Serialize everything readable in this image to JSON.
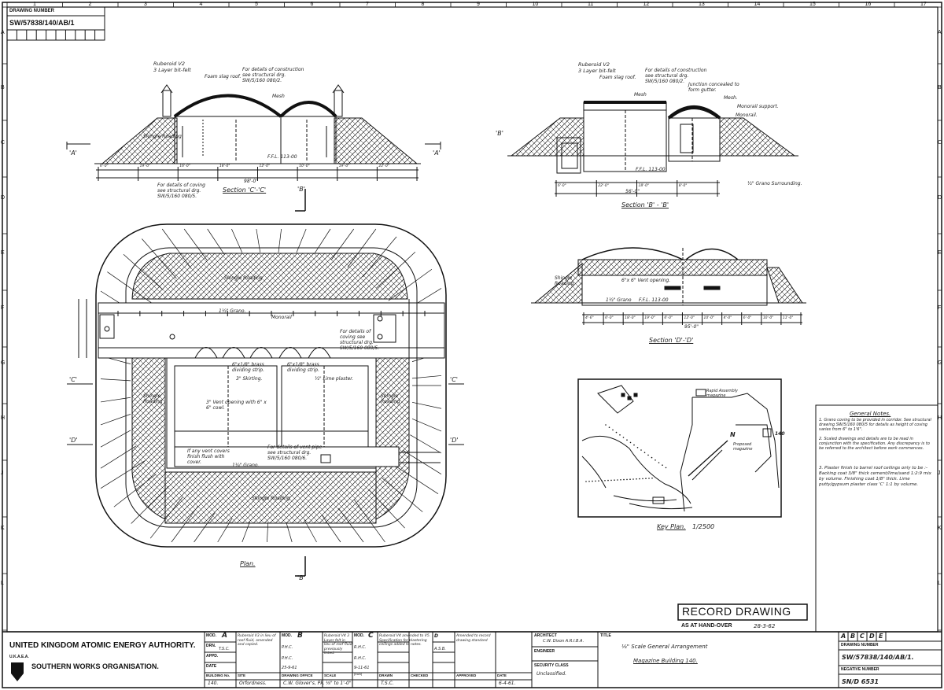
{
  "drawing_number_box": {
    "label": "DRAWING NUMBER",
    "value": "SW/57838/140/AB/1"
  },
  "grid": {
    "columns": [
      "1",
      "2",
      "3",
      "4",
      "5",
      "6",
      "7",
      "8",
      "9",
      "10",
      "11",
      "12",
      "13",
      "14",
      "15",
      "16",
      "17"
    ],
    "rows": [
      "A",
      "B",
      "C",
      "D",
      "E",
      "F",
      "G",
      "H",
      "J",
      "K",
      "L"
    ]
  },
  "views": {
    "section_cc": {
      "title": "Section 'C'-'C'",
      "note_roof": "Ruberoid V2\n3 Layer bit-felt",
      "note_foam": "Foam slag roof.",
      "note_construction": "For details of construction see structural drg. SW/5/160 080/2.",
      "note_mesh": "Mesh",
      "note_coving": "For details of coving see structural drg. SW/5/160 080/5.",
      "fill_label": "Shingle Roading",
      "dims": [
        "6'-0\"",
        "19'-0\"",
        "16'-0\"",
        "18'-0\"",
        "12'-0\"",
        "10'-0\"",
        "19'-0\"",
        "22'-0\""
      ],
      "overall_dim": "98'-0\"",
      "ffl": "F.F.L. 113-00",
      "section_mark_left": "'A'",
      "section_mark_right": "'A'"
    },
    "section_bb": {
      "title": "Section 'B' - 'B'",
      "note_roof": "Ruberoid V2\n3 Layer bit-felt",
      "note_foam": "Foam slag roof.",
      "note_construction": "For details of construction see structural drg. SW/5/160 080/2.",
      "note_junction": "Junction concealed to form gutter.",
      "note_mesh": "Mesh",
      "note_mesh2": "Mesh.",
      "note_monorail_support": "Monorail support.",
      "note_monorail": "Monorail.",
      "ffl": "F.F.L. 113-00",
      "dims": [
        "6'-0\"",
        "22'-0\"",
        "18'-0\"",
        "8'-0\""
      ],
      "overall_dim": "56'-0\"",
      "surround": "½\" Grano Surrounding.",
      "section_mark": "'B'"
    },
    "section_dd": {
      "title": "Section 'D'-'D'",
      "fill_label": "Shingle Roading",
      "grano": "1½\" Grano",
      "ffl": "F.F.L. 113-00",
      "vent": "6\"x 6\" Vent opening.",
      "dims": [
        "4'-6\"",
        "6'-0\"",
        "18'-0\"",
        "19'-0\"",
        "6'-0\"",
        "12'-0\"",
        "10'-0\"",
        "4'-0\"",
        "6'-0\"",
        "10'-0\"",
        "11'-0\""
      ],
      "overall_dim": "95'-0\""
    },
    "plan": {
      "title": "Plan.",
      "fill_top": "Shingle Roading",
      "fill_left": "Shingle Roading",
      "fill_right": "Shingle Roading",
      "fill_bottom": "Shingle Roading",
      "monorail": "Monorail",
      "grano": "1½\" Grano.",
      "brass_strip": "6\"x1/8\" brass dividing strip.",
      "brass_strip2": "6\"x1/8\" brass dividing strip.",
      "skirting": "3\" Skirting.",
      "coving": "1¼\" Grano.",
      "plaster": "½\" Lime plaster.",
      "vent_note": "3\" Vent opening with 6\" x 6\" cowl.",
      "soakaway_note": "If any vent covers finish flush with cover.",
      "detail_note": "For details of coving see structural drg. SW/5/160 080/5.",
      "detail_note2": "For details of vent pipe see structural drg. SW/5/160 080/6.",
      "section_marks": [
        "'C'",
        "'C'",
        "'D'",
        "'D'",
        "'B'",
        "'B'"
      ]
    },
    "key_plan": {
      "title": "Key Plan.",
      "scale": "1/2500",
      "north": "N",
      "building_label": "140",
      "label1": "Rapid Assembly magazine",
      "label2": "Proposed magazine"
    }
  },
  "general_notes": {
    "title": "General Notes.",
    "note1": "1. Grano coving to be provided in corridor. See structural drawing SW/5/160 080/5 for details as height of coving varies from 6\" to 1'6\".",
    "note2": "2. Scaled drawings and details are to be read in conjunction with the specification. Any discrepancy is to be referred to the architect before work commences.",
    "note3": "3. Plaster finish to barrel roof ceilings only to be :- Backing coat 3/8\" thick cement/lime/sand 1:2:9 mix by volume. Finishing coat 1/8\" thick. Lime putty/gypsum plaster class 'C' 1:1 by volume."
  },
  "record_stamp": {
    "title": "RECORD DRAWING",
    "subtitle": "AS AT HAND-OVER",
    "date": "28-3-62"
  },
  "title_block": {
    "org_name": "UNITED KINGDOM ATOMIC ENERGY AUTHORITY.",
    "ukaea": "U.K.A.E.A.",
    "works": "SOUTHERN WORKS ORGANISATION.",
    "mod_rows": [
      {
        "label": "MOD.",
        "value": "A"
      },
      {
        "label": "DRN.",
        "value": "T.S.C."
      },
      {
        "label": "APPD.",
        "value": ""
      },
      {
        "label": "DATE",
        "value": ""
      }
    ],
    "mod_b": {
      "label": "MOD.",
      "value": "B",
      "text": "Ruberoid V4 3 Layer felt in lieu of roof fluid previously listed.",
      "drn": "P.H.C.",
      "appd": "P.H.C.",
      "date": "25-9-61"
    },
    "mod_c": {
      "label": "MOD.",
      "value": "C",
      "text": "Ruberoid V4 amended to V5. Specification for plastering ceilings added to notes.",
      "drn": "R.H.C.",
      "appd": "R.H.C.",
      "date": "9-11-61"
    },
    "mod_d": {
      "label": "MOD.",
      "value": "D",
      "drn": "A.S.B.",
      "text": "Amended to record drawing standard"
    },
    "first_mod_text": "Ruberoid V3 in lieu of roof fluid, amended and copied.",
    "bottom_labels": [
      "BUILDING No.",
      "SITE",
      "DRAWING OFFICE",
      "SCALE",
      "DRAWN",
      "CHECKED",
      "APPROVED",
      "DATE"
    ],
    "bottom_values": [
      "140.",
      "Orfordness.",
      "C.W. Glover's, Pk.",
      "⅛\" to 1'-0\"",
      "T.S.C.",
      "",
      "",
      "6-4-61."
    ],
    "scale_note": "(Inch)",
    "architect_label": "ARCHITECT",
    "architect_value": "C.W. Dixon A.R.I.B.A.",
    "engineer_label": "ENGINEER",
    "security_label": "SECURITY CLASS",
    "security_value": "Unclassified.",
    "title_label": "TITLE",
    "title_line1": "⅛\" Scale General Arrangement",
    "title_line2": "Magazine Building 140.",
    "mod_letters": [
      "A",
      "B",
      "C",
      "D",
      "E"
    ],
    "dn_label": "DRAWING NUMBER",
    "dn_value": "SW/57838/140/AB/1.",
    "neg_label": "NEGATIVE NUMBER",
    "neg_value": "SN/D 6531"
  }
}
